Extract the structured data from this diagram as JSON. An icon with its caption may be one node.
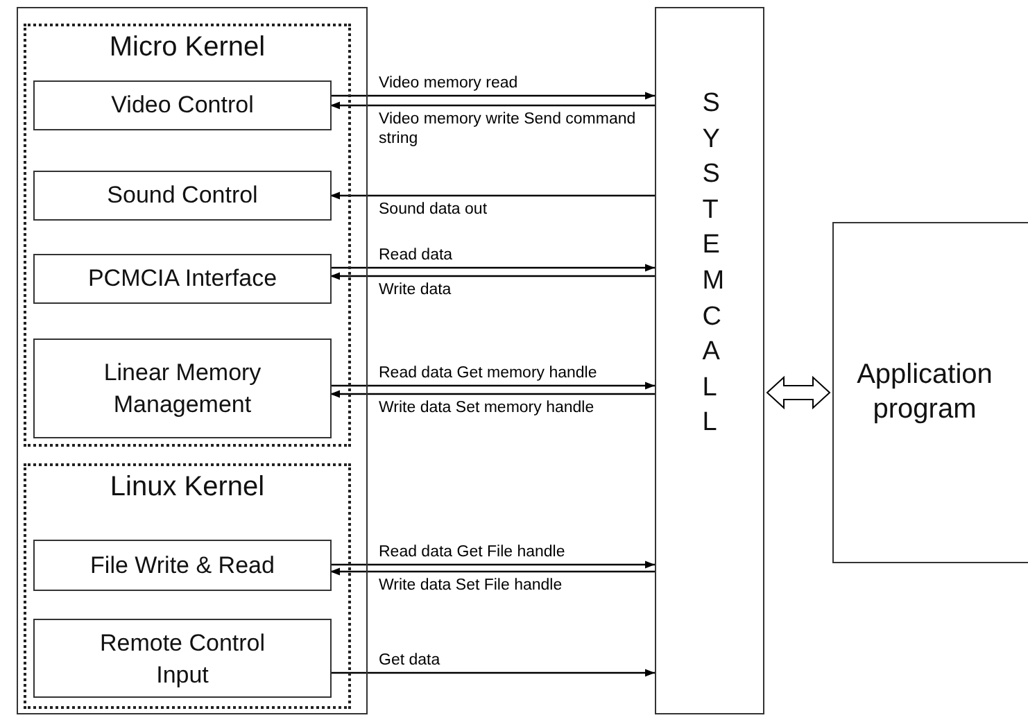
{
  "diagram": {
    "nodes": [
      {
        "text": [],
        "shape": "box"
      },
      {
        "text": [
          "Micro Kernel"
        ],
        "in": 0
      },
      {
        "text": [
          "Video Control"
        ],
        "in": 1
      },
      {
        "text": [
          "Sound Control"
        ],
        "in": 1
      },
      {
        "text": [
          "PCMCIA Interface"
        ],
        "in": 1
      },
      {
        "text": [
          "Linear Memory Management"
        ],
        "in": 1
      },
      {
        "text": [
          "Linux Kernel"
        ],
        "in": 0
      },
      {
        "text": [
          "File Write & Read"
        ],
        "in": 6
      },
      {
        "text": [
          "Remote Control Input"
        ],
        "in": 6
      },
      {
        "text": [
          "SYSTEM CALL"
        ]
      },
      {
        "text": [
          "Application program"
        ]
      }
    ],
    "edges": [
      {
        "from": 2,
        "to": 9,
        "arrow": "to",
        "label": "Video memory read"
      },
      {
        "from": 9,
        "to": 2,
        "arrow": "to",
        "label": "Video memory write Send command string"
      },
      {
        "from": 9,
        "to": 3,
        "arrow": "to",
        "label": "Sound data out"
      },
      {
        "from": 4,
        "to": 9,
        "arrow": "to",
        "label": "Read data"
      },
      {
        "from": 9,
        "to": 4,
        "arrow": "to",
        "label": "Write data"
      },
      {
        "from": 5,
        "to": 9,
        "arrow": "to",
        "label": "Read data Get memory handle"
      },
      {
        "from": 9,
        "to": 5,
        "arrow": "to",
        "label": "Write data Set memory handle"
      },
      {
        "from": 7,
        "to": 9,
        "arrow": "to",
        "label": "Read data Get File handle"
      },
      {
        "from": 9,
        "to": 7,
        "arrow": "to",
        "label": "Write data Set File handle"
      },
      {
        "from": 8,
        "to": 9,
        "arrow": "to",
        "label": "Get data"
      },
      {
        "from": 9,
        "to": 10,
        "arrow": "both",
        "style": "thick"
      }
    ]
  }
}
